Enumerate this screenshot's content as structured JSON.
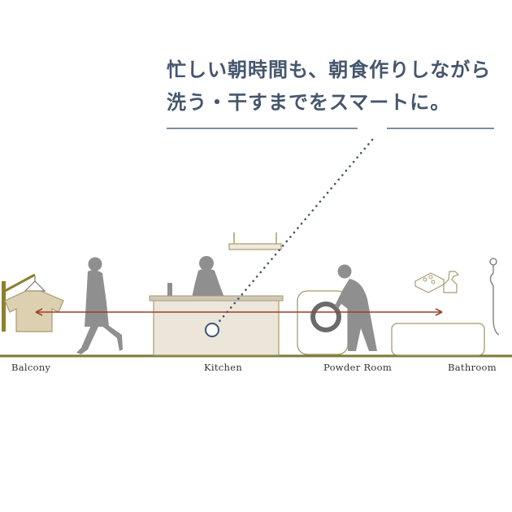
{
  "headline": {
    "line1": "忙しい朝時間も、朝食作りしながら",
    "line2": "洗う・干すまでをスマートに。"
  },
  "rooms": {
    "balcony": "Balcony",
    "kitchen": "Kitchen",
    "powder_room": "Powder Room",
    "bathroom": "Bathroom"
  },
  "colors": {
    "headline": "#45566d",
    "accent_line": "#55677f",
    "dotted_leader": "#3f5673",
    "arrow": "#9b3f2a",
    "floor": "#7b7a33",
    "silhouette": "#8f8f8f",
    "counter_fill": "#ece6da",
    "shirt": "#ddd0b0",
    "outline": "#a89a70"
  },
  "icons": [
    "shirt-on-hanger-icon",
    "person-walking-icon",
    "person-cooking-icon",
    "person-laundry-icon",
    "washing-machine-icon",
    "soap-icon",
    "spray-bottle-icon",
    "shower-icon",
    "bathtub-icon",
    "range-hood-icon"
  ]
}
